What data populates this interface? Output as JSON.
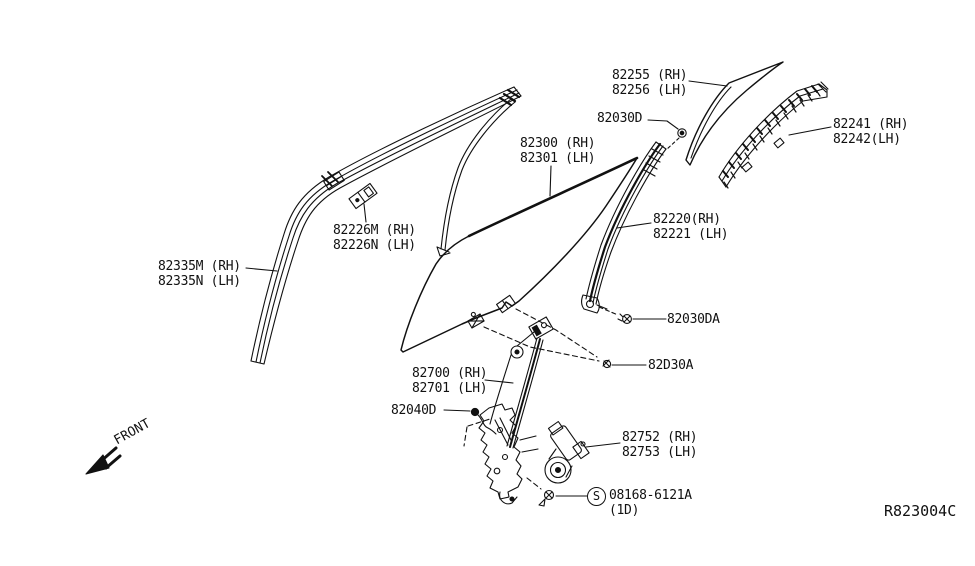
{
  "diagram": {
    "background": "#ffffff",
    "line_color": "#111111",
    "ref_code": "R823004C",
    "front_arrow": {
      "label": "FRONT"
    },
    "labels": {
      "l82255": {
        "line1": "82255 (RH)",
        "line2": "82256 (LH)"
      },
      "l82030d": {
        "line1": "82030D"
      },
      "l82241": {
        "line1": "82241 (RH)",
        "line2": "82242(LH)"
      },
      "l82300": {
        "line1": "82300 (RH)",
        "line2": "82301 (LH)"
      },
      "l82220": {
        "line1": "82220(RH)",
        "line2": "82221 (LH)"
      },
      "l82226": {
        "line1": "82226M (RH)",
        "line2": "82226N (LH)"
      },
      "l82335": {
        "line1": "82335M (RH)",
        "line2": "82335N (LH)"
      },
      "l82030da": {
        "line1": "82030DA"
      },
      "l82d30a": {
        "line1": "82D30A"
      },
      "l82700": {
        "line1": "82700 (RH)",
        "line2": "82701 (LH)"
      },
      "l82040d": {
        "line1": "82040D"
      },
      "l82752": {
        "line1": "82752 (RH)",
        "line2": "82753 (LH)"
      },
      "l08168": {
        "symbol": "S",
        "line1": "08168-6121A",
        "line2": "(1D)"
      }
    }
  }
}
